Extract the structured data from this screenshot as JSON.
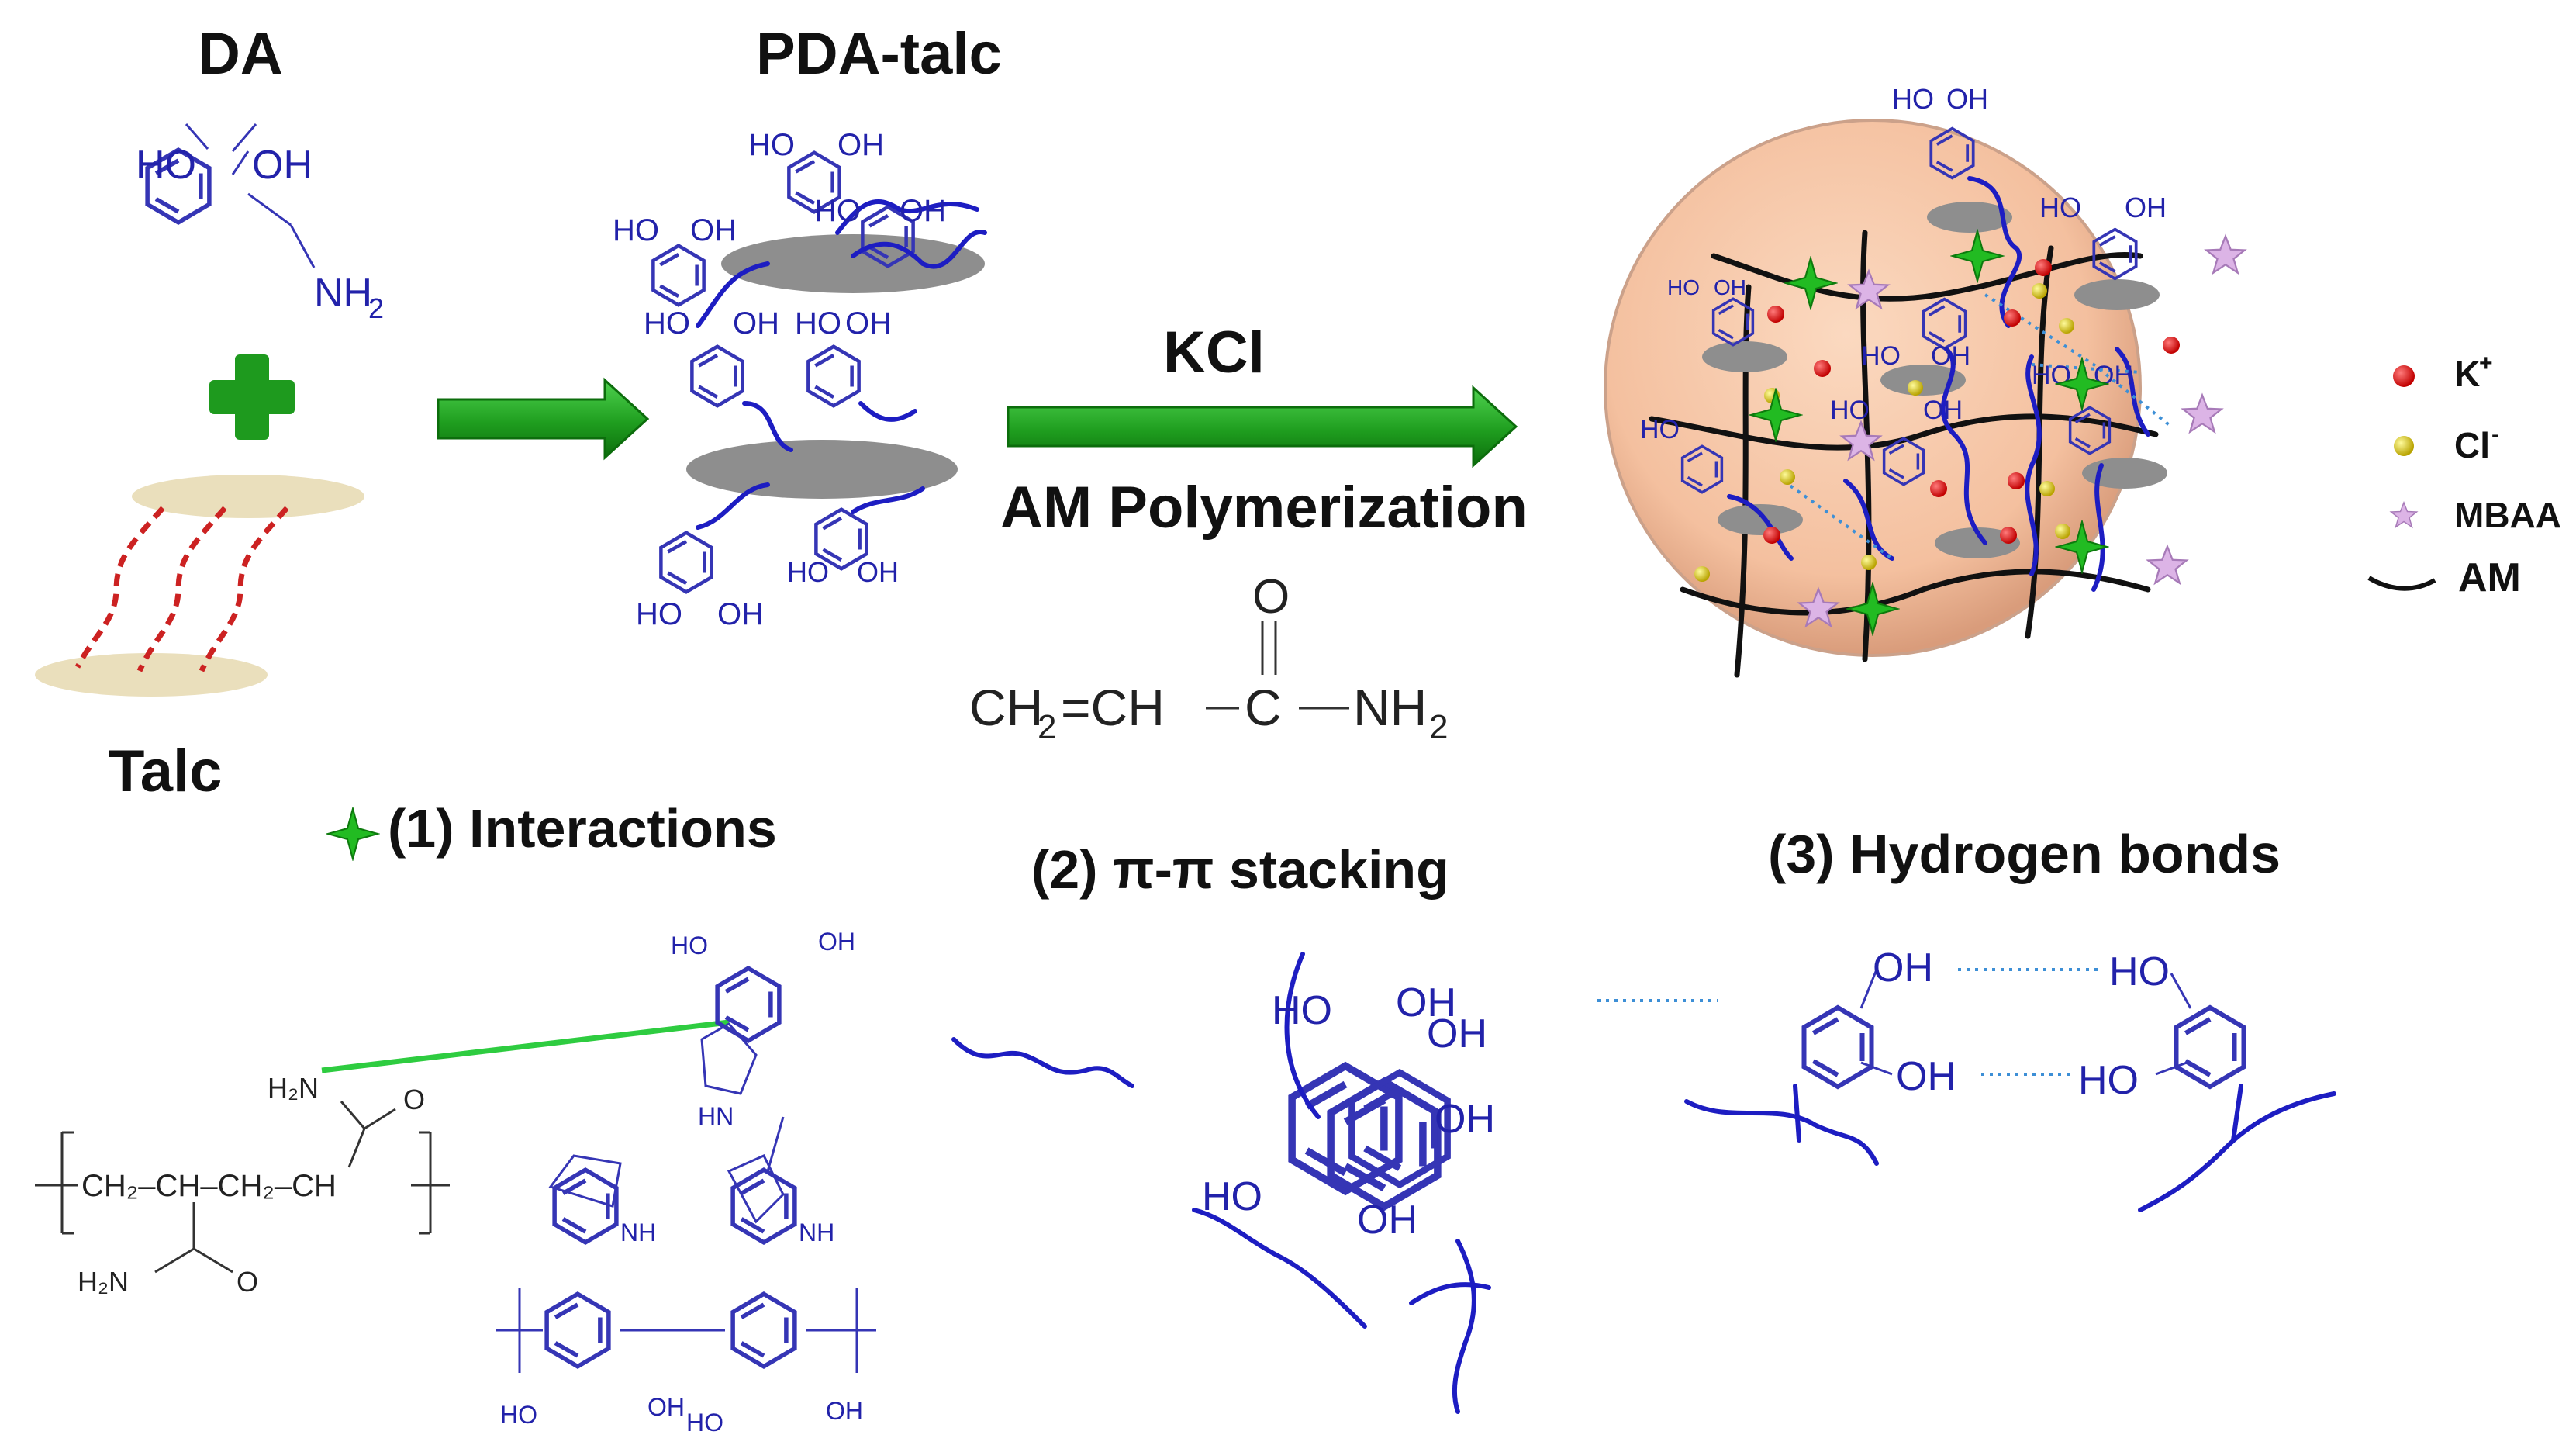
{
  "labels": {
    "da": "DA",
    "pda_talc": "PDA-talc",
    "talc": "Talc",
    "kcl": "KCl",
    "am_polymerization": "AM Polymerization",
    "interactions": "(1) Interactions",
    "pi_stacking": "(2) π-π stacking",
    "hydrogen_bonds": "(3) Hydrogen bonds"
  },
  "legend": {
    "k": "K",
    "k_sup": "+",
    "cl": "Cl",
    "cl_sup": "-",
    "mbaa": "MBAA",
    "am": "AM"
  },
  "chem": {
    "ho": "HO",
    "oh": "OH",
    "nh2": "NH",
    "nh2_sub": "2",
    "o": "O",
    "acrylamide": {
      "ch2": "CH",
      "sub2": "2",
      "eq_ch": "=CH",
      "c": "C",
      "nh2": "NH",
      "nh2_sub": "2"
    },
    "pam": {
      "h2n_top": "H₂N",
      "o_top": "O",
      "backbone": "CH₂–CH–CH₂–CH",
      "h2n_bot": "H₂N",
      "o_bot": "O"
    },
    "nh": "NH",
    "hn": "HN"
  },
  "colors": {
    "arrow_green": "#22a322",
    "chem_blue": "#2222aa",
    "talc_layer": "#eadfbc",
    "pda_sheet": "#8e8e8e",
    "k_ion": "#dd1111",
    "cl_ion": "#e3d400",
    "mbaa": "#cc9ad8",
    "circle_fill": "#f6c8a8"
  }
}
